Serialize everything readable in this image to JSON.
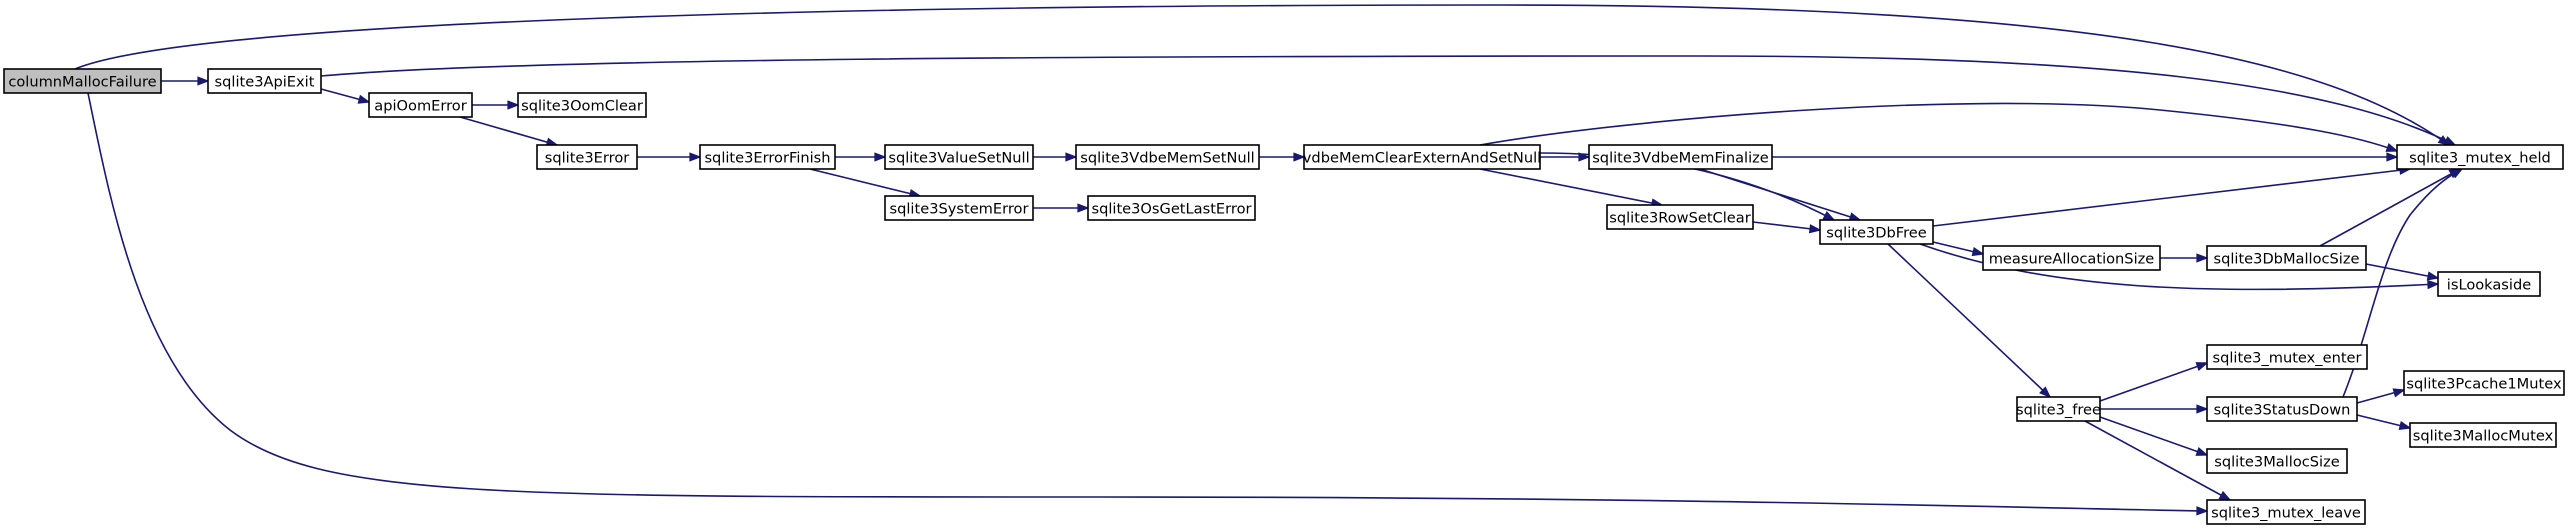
{
  "diagram": {
    "type": "call-graph",
    "colors": {
      "edge": "#191970",
      "root_fill": "#bfbfbf",
      "node_fill": "#ffffff",
      "node_border": "#000000"
    },
    "nodes": [
      {
        "id": "columnMallocFailure",
        "label": "columnMallocFailure",
        "root": true
      },
      {
        "id": "sqlite3ApiExit",
        "label": "sqlite3ApiExit"
      },
      {
        "id": "apiOomError",
        "label": "apiOomError"
      },
      {
        "id": "sqlite3OomClear",
        "label": "sqlite3OomClear"
      },
      {
        "id": "sqlite3Error",
        "label": "sqlite3Error"
      },
      {
        "id": "sqlite3ErrorFinish",
        "label": "sqlite3ErrorFinish"
      },
      {
        "id": "sqlite3ValueSetNull",
        "label": "sqlite3ValueSetNull"
      },
      {
        "id": "sqlite3SystemError",
        "label": "sqlite3SystemError"
      },
      {
        "id": "sqlite3OsGetLastError",
        "label": "sqlite3OsGetLastError"
      },
      {
        "id": "sqlite3VdbeMemSetNull",
        "label": "sqlite3VdbeMemSetNull"
      },
      {
        "id": "vdbeMemClearExternAndSetNull",
        "label": "vdbeMemClearExternAndSetNull"
      },
      {
        "id": "sqlite3VdbeMemFinalize",
        "label": "sqlite3VdbeMemFinalize"
      },
      {
        "id": "sqlite3RowSetClear",
        "label": "sqlite3RowSetClear"
      },
      {
        "id": "sqlite3DbFree",
        "label": "sqlite3DbFree"
      },
      {
        "id": "measureAllocationSize",
        "label": "measureAllocationSize"
      },
      {
        "id": "sqlite3DbMallocSize",
        "label": "sqlite3DbMallocSize"
      },
      {
        "id": "isLookaside",
        "label": "isLookaside"
      },
      {
        "id": "sqlite3_mutex_held",
        "label": "sqlite3_mutex_held"
      },
      {
        "id": "sqlite3_free",
        "label": "sqlite3_free"
      },
      {
        "id": "sqlite3_mutex_enter",
        "label": "sqlite3_mutex_enter"
      },
      {
        "id": "sqlite3StatusDown",
        "label": "sqlite3StatusDown"
      },
      {
        "id": "sqlite3Pcache1Mutex",
        "label": "sqlite3Pcache1Mutex"
      },
      {
        "id": "sqlite3MallocMutex",
        "label": "sqlite3MallocMutex"
      },
      {
        "id": "sqlite3MallocSize",
        "label": "sqlite3MallocSize"
      },
      {
        "id": "sqlite3_mutex_leave",
        "label": "sqlite3_mutex_leave"
      }
    ],
    "edges": [
      {
        "from": "columnMallocFailure",
        "to": "sqlite3ApiExit"
      },
      {
        "from": "columnMallocFailure",
        "to": "sqlite3_mutex_held"
      },
      {
        "from": "columnMallocFailure",
        "to": "sqlite3_mutex_leave"
      },
      {
        "from": "sqlite3ApiExit",
        "to": "apiOomError"
      },
      {
        "from": "sqlite3ApiExit",
        "to": "sqlite3_mutex_held"
      },
      {
        "from": "apiOomError",
        "to": "sqlite3OomClear"
      },
      {
        "from": "apiOomError",
        "to": "sqlite3Error"
      },
      {
        "from": "sqlite3Error",
        "to": "sqlite3ErrorFinish"
      },
      {
        "from": "sqlite3ErrorFinish",
        "to": "sqlite3ValueSetNull"
      },
      {
        "from": "sqlite3ErrorFinish",
        "to": "sqlite3SystemError"
      },
      {
        "from": "sqlite3SystemError",
        "to": "sqlite3OsGetLastError"
      },
      {
        "from": "sqlite3ValueSetNull",
        "to": "sqlite3VdbeMemSetNull"
      },
      {
        "from": "sqlite3VdbeMemSetNull",
        "to": "vdbeMemClearExternAndSetNull"
      },
      {
        "from": "vdbeMemClearExternAndSetNull",
        "to": "sqlite3_mutex_held"
      },
      {
        "from": "vdbeMemClearExternAndSetNull",
        "to": "sqlite3VdbeMemFinalize"
      },
      {
        "from": "vdbeMemClearExternAndSetNull",
        "to": "sqlite3RowSetClear"
      },
      {
        "from": "vdbeMemClearExternAndSetNull",
        "to": "sqlite3DbFree"
      },
      {
        "from": "sqlite3VdbeMemFinalize",
        "to": "sqlite3_mutex_held"
      },
      {
        "from": "sqlite3VdbeMemFinalize",
        "to": "sqlite3DbFree"
      },
      {
        "from": "sqlite3RowSetClear",
        "to": "sqlite3DbFree"
      },
      {
        "from": "sqlite3DbFree",
        "to": "sqlite3_mutex_held"
      },
      {
        "from": "sqlite3DbFree",
        "to": "measureAllocationSize"
      },
      {
        "from": "sqlite3DbFree",
        "to": "isLookaside"
      },
      {
        "from": "sqlite3DbFree",
        "to": "sqlite3_free"
      },
      {
        "from": "measureAllocationSize",
        "to": "sqlite3DbMallocSize"
      },
      {
        "from": "sqlite3DbMallocSize",
        "to": "sqlite3_mutex_held"
      },
      {
        "from": "sqlite3DbMallocSize",
        "to": "isLookaside"
      },
      {
        "from": "sqlite3_free",
        "to": "sqlite3_mutex_enter"
      },
      {
        "from": "sqlite3_free",
        "to": "sqlite3StatusDown"
      },
      {
        "from": "sqlite3_free",
        "to": "sqlite3MallocSize"
      },
      {
        "from": "sqlite3_free",
        "to": "sqlite3_mutex_leave"
      },
      {
        "from": "sqlite3StatusDown",
        "to": "sqlite3_mutex_held"
      },
      {
        "from": "sqlite3StatusDown",
        "to": "sqlite3Pcache1Mutex"
      },
      {
        "from": "sqlite3StatusDown",
        "to": "sqlite3MallocMutex"
      }
    ]
  }
}
